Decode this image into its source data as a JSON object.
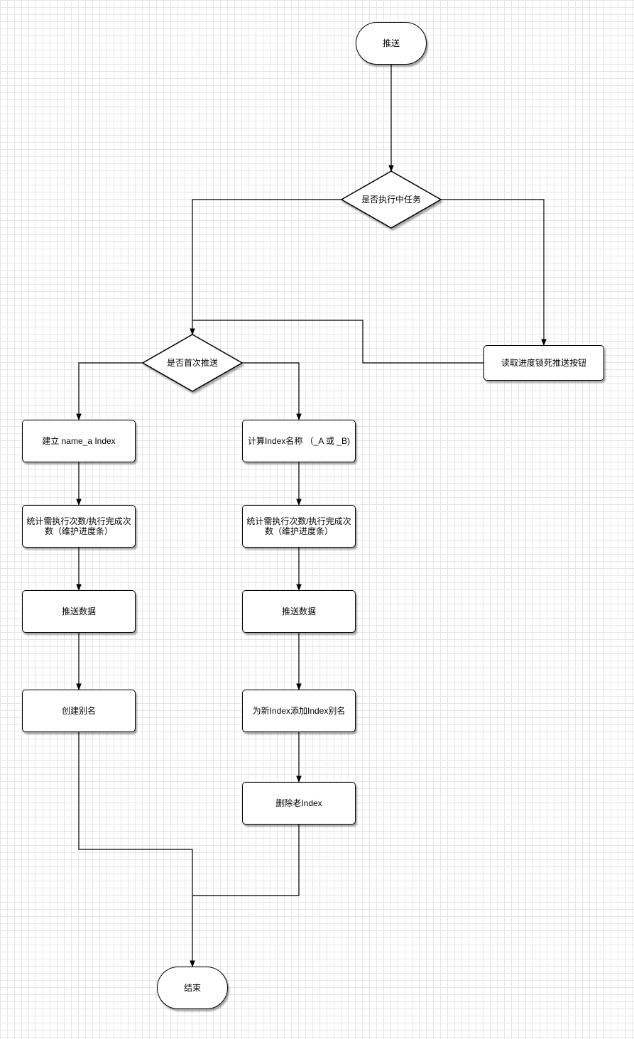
{
  "nodes": {
    "start": "推送",
    "decision_running": "是否执行中任务",
    "decision_first": "是否首次推送",
    "lock_button": "读取进度锁死推送按钮",
    "left_create_index": "建立 name_a Index",
    "left_stats": "统计需执行次数/执行完成次数（维护进度条）",
    "left_push": "推送数据",
    "left_alias": "创建别名",
    "right_calc_name": "计算Index名称 （_A 或 _B)",
    "right_stats": "统计需执行次数/执行完成次数（维护进度条）",
    "right_push": "推送数据",
    "right_add_alias": "为新Index添加Index别名",
    "right_delete_old": "删除老Index",
    "end": "结束"
  }
}
